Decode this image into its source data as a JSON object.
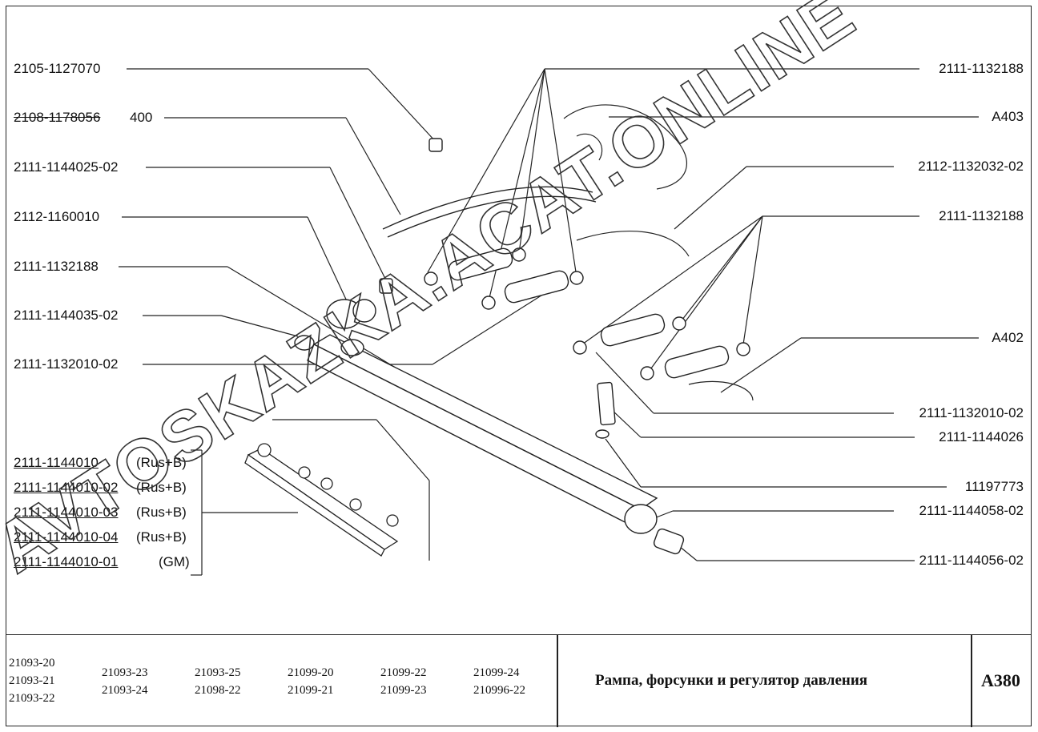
{
  "labels_left": [
    {
      "id": "l1",
      "text": "2105-1127070"
    },
    {
      "id": "l2",
      "text": "2108-1178056"
    },
    {
      "id": "l2b",
      "text": "400"
    },
    {
      "id": "l3",
      "text": "2111-1144025-02"
    },
    {
      "id": "l4",
      "text": "2112-1160010"
    },
    {
      "id": "l5",
      "text": "2111-1132188"
    },
    {
      "id": "l6",
      "text": "2111-1144035-02"
    },
    {
      "id": "l7",
      "text": "2111-1132010-02"
    }
  ],
  "labels_right": [
    {
      "id": "r1",
      "text": "2111-1132188"
    },
    {
      "id": "r2",
      "text": "A403"
    },
    {
      "id": "r3",
      "text": "2112-1132032-02"
    },
    {
      "id": "r4",
      "text": "2111-1132188"
    },
    {
      "id": "r5",
      "text": "A402"
    },
    {
      "id": "r6",
      "text": "2111-1132010-02"
    },
    {
      "id": "r7",
      "text": "2111-1144026"
    },
    {
      "id": "r8",
      "text": "11197773"
    },
    {
      "id": "r9",
      "text": "2111-1144058-02"
    },
    {
      "id": "r10",
      "text": "2111-1144056-02"
    }
  ],
  "assembly_list": [
    {
      "part": "2111-1144010",
      "note": "(Rus+B)"
    },
    {
      "part": "2111-1144010-02",
      "note": "(Rus+B)"
    },
    {
      "part": "2111-1144010-03",
      "note": "(Rus+B)"
    },
    {
      "part": "2111-1144010-04",
      "note": "(Rus+B)"
    },
    {
      "part": "2111-1144010-01",
      "note": "(GM)"
    }
  ],
  "footer": {
    "models": [
      [
        "21093-20",
        "21093-21",
        "21093-22"
      ],
      [
        "21093-23",
        "21093-24"
      ],
      [
        "21093-25",
        "21098-22"
      ],
      [
        "21099-20",
        "21099-21"
      ],
      [
        "21099-22",
        "21099-23"
      ],
      [
        "21099-24",
        "210996-22"
      ]
    ],
    "title": "Рампа, форсунки и регулятор давления",
    "code": "A380"
  },
  "watermark": "AVTOSKAZKA.ACAT.ONLINE"
}
